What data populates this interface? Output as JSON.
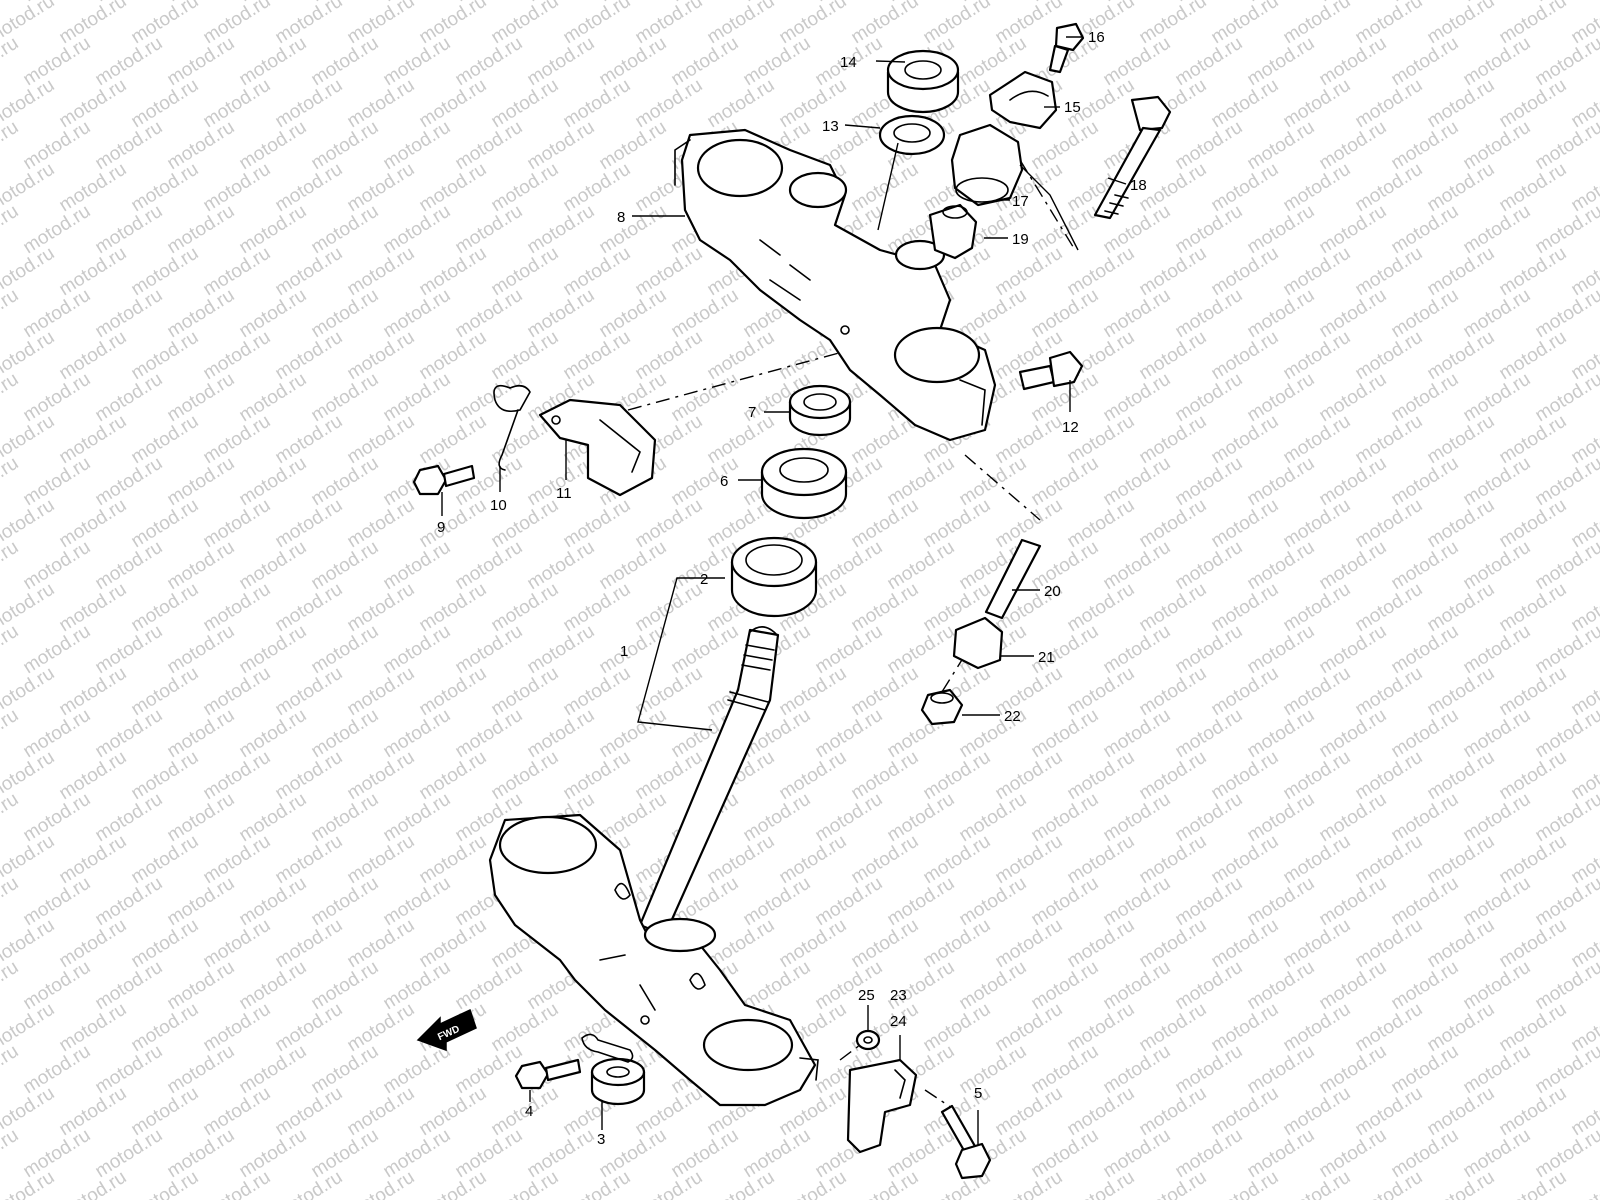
{
  "watermark": "motod.ru",
  "callouts": [
    "1",
    "2",
    "3",
    "4",
    "5",
    "6",
    "7",
    "8",
    "9",
    "10",
    "11",
    "12",
    "13",
    "14",
    "15",
    "16",
    "17",
    "18",
    "19",
    "20",
    "21",
    "22",
    "23",
    "24",
    "25"
  ],
  "fwd_label": "FWD",
  "colors": {
    "line": "#000000",
    "watermark": "#c9c9c9",
    "background": "#ffffff"
  }
}
